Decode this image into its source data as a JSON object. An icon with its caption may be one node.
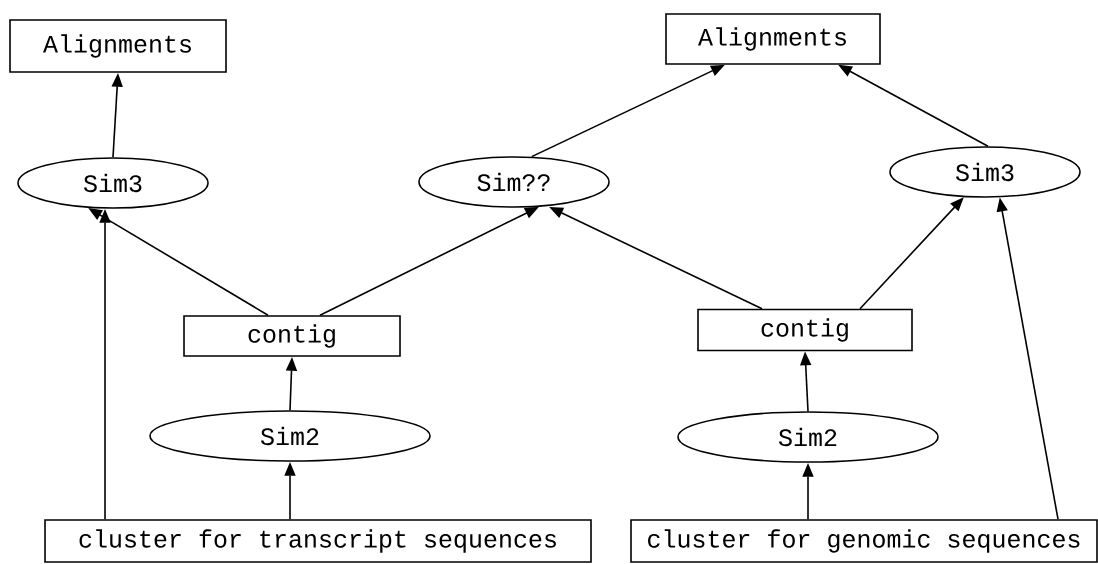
{
  "diagram": {
    "nodes": [
      {
        "text": [
          "Alignments"
        ]
      },
      {
        "text": [
          "Alignments"
        ]
      },
      {
        "text": [
          "Sim3"
        ]
      },
      {
        "text": [
          "Sim??"
        ]
      },
      {
        "text": [
          "Sim3"
        ]
      },
      {
        "text": [
          "contig"
        ]
      },
      {
        "text": [
          "contig"
        ]
      },
      {
        "text": [
          "Sim2"
        ]
      },
      {
        "text": [
          "Sim2"
        ]
      },
      {
        "text": [
          "cluster for transcript sequences"
        ]
      },
      {
        "text": [
          "cluster for genomic sequences"
        ]
      }
    ],
    "edges": [
      {
        "from": 2,
        "to": 0,
        "arrow": "to"
      },
      {
        "from": 3,
        "to": 1,
        "arrow": "to"
      },
      {
        "from": 4,
        "to": 1,
        "arrow": "to"
      },
      {
        "from": 5,
        "to": 2,
        "arrow": "to"
      },
      {
        "from": 5,
        "to": 3,
        "arrow": "to"
      },
      {
        "from": 6,
        "to": 3,
        "arrow": "to"
      },
      {
        "from": 6,
        "to": 4,
        "arrow": "to"
      },
      {
        "from": 7,
        "to": 5,
        "arrow": "to"
      },
      {
        "from": 8,
        "to": 6,
        "arrow": "to"
      },
      {
        "from": 9,
        "to": 7,
        "arrow": "to"
      },
      {
        "from": 9,
        "to": 2,
        "arrow": "to"
      },
      {
        "from": 10,
        "to": 8,
        "arrow": "to"
      },
      {
        "from": 10,
        "to": 4,
        "arrow": "to"
      }
    ]
  }
}
